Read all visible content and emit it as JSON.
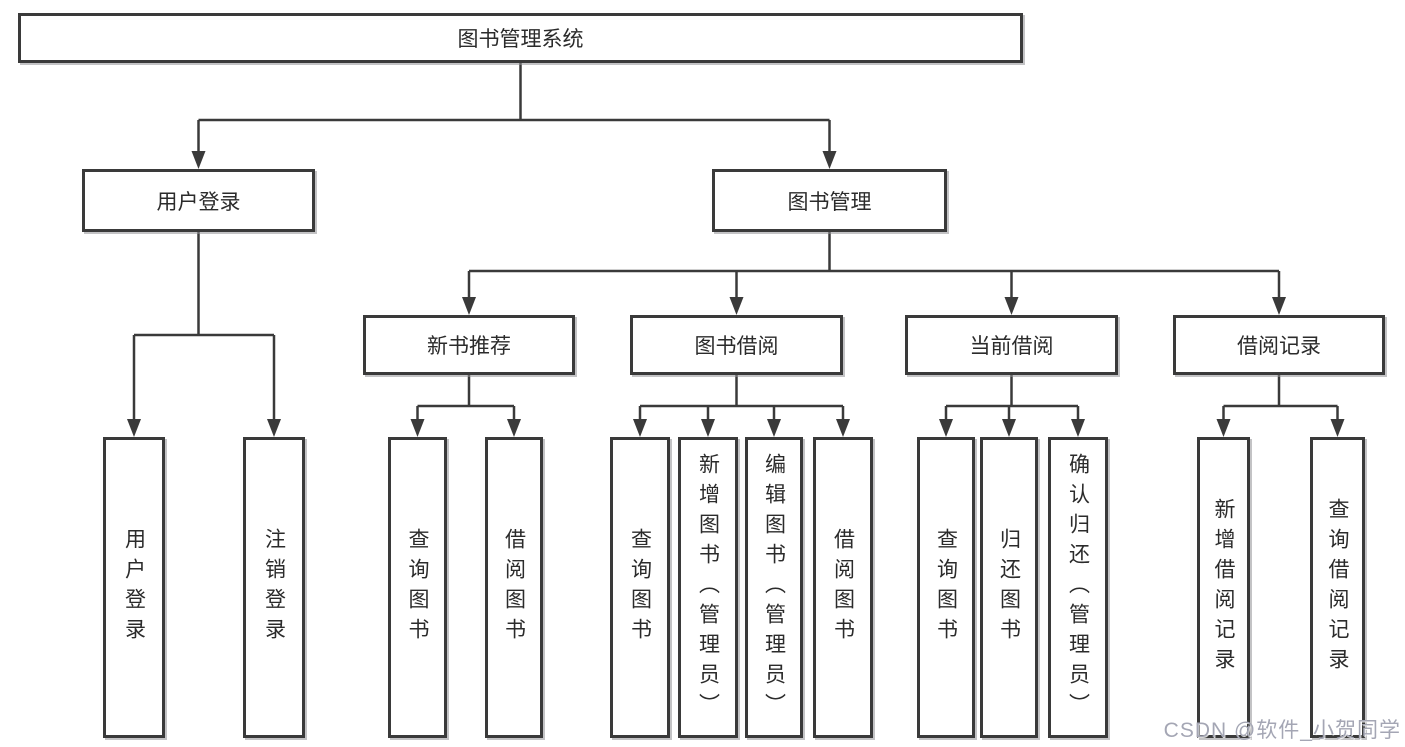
{
  "colors": {
    "line": "#3a3a3a",
    "box_border": "#3a3a3a",
    "box_background": "#ffffff",
    "text": "#2b2b2b",
    "watermark": "#a4a6b4",
    "background": "#ffffff"
  },
  "diagram": {
    "type": "tree",
    "root": {
      "label": "图书管理系统"
    },
    "level2": [
      {
        "label": "用户登录"
      },
      {
        "label": "图书管理"
      }
    ],
    "level3": [
      {
        "label": "新书推荐",
        "parent": "图书管理"
      },
      {
        "label": "图书借阅",
        "parent": "图书管理"
      },
      {
        "label": "当前借阅",
        "parent": "图书管理"
      },
      {
        "label": "借阅记录",
        "parent": "图书管理"
      }
    ],
    "leaves": [
      {
        "label": "用户登录",
        "parent": "用户登录"
      },
      {
        "label": "注销登录",
        "parent": "用户登录"
      },
      {
        "label": "查询图书",
        "parent": "新书推荐"
      },
      {
        "label": "借阅图书",
        "parent": "新书推荐"
      },
      {
        "label": "查询图书",
        "parent": "图书借阅"
      },
      {
        "label": "新增图书（管理员）",
        "parent": "图书借阅"
      },
      {
        "label": "编辑图书（管理员）",
        "parent": "图书借阅"
      },
      {
        "label": "借阅图书",
        "parent": "图书借阅"
      },
      {
        "label": "查询图书",
        "parent": "当前借阅"
      },
      {
        "label": "归还图书",
        "parent": "当前借阅"
      },
      {
        "label": "确认归还（管理员）",
        "parent": "当前借阅"
      },
      {
        "label": "新增借阅记录",
        "parent": "借阅记录"
      },
      {
        "label": "查询借阅记录",
        "parent": "借阅记录"
      }
    ]
  },
  "watermark": {
    "text": "CSDN @软件_小贺同学"
  }
}
